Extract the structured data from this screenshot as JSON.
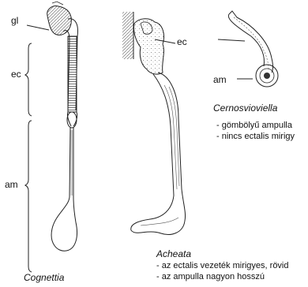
{
  "labels": {
    "gl": "gl",
    "ec_left": "ec",
    "am_left": "am",
    "ec_mid": "ec",
    "am_right": "am"
  },
  "captions": {
    "cognettia": "Cognettia",
    "acheata": "Acheata",
    "cernosvitoviella": "Cernosvioviella"
  },
  "notes": {
    "cernosvitoviella": [
      "- gömbölyű ampulla",
      "- nincs ectalis mirigy"
    ],
    "acheata": [
      "- az ectalis vezeték mirigyes, rövid",
      "- az ampulla nagyon hosszú"
    ]
  }
}
